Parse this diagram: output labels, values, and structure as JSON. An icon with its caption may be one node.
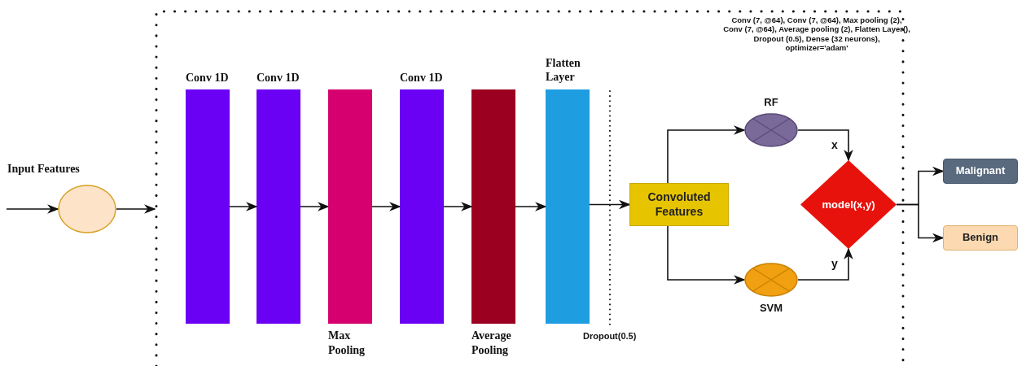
{
  "diagram": {
    "nodes": [
      {
        "text": [
          "Input Features"
        ]
      },
      {
        "text": [
          "Conv 1D"
        ]
      },
      {
        "text": [
          "Conv 1D"
        ]
      },
      {
        "text": [
          "Max Pooling"
        ]
      },
      {
        "text": [
          "Conv 1D"
        ]
      },
      {
        "text": [
          "Average Pooling"
        ]
      },
      {
        "text": [
          "Flatten Layer"
        ]
      },
      {
        "text": [
          "Convoluted Features"
        ]
      },
      {
        "text": [
          "RF"
        ]
      },
      {
        "text": [
          "SVM"
        ]
      },
      {
        "text": [
          "model(x,y)"
        ]
      },
      {
        "text": [
          "Malignant"
        ]
      },
      {
        "text": [
          "Benign"
        ]
      }
    ],
    "edges": [
      {
        "from": null,
        "to": 0,
        "arrow": "to"
      },
      {
        "from": 0,
        "to": null,
        "arrow": "to"
      },
      {
        "from": 1,
        "to": 2,
        "arrow": "to"
      },
      {
        "from": 2,
        "to": 3,
        "arrow": "to"
      },
      {
        "from": 3,
        "to": 4,
        "arrow": "to"
      },
      {
        "from": 4,
        "to": 5,
        "arrow": "to"
      },
      {
        "from": 5,
        "to": 6,
        "arrow": "to"
      },
      {
        "from": 6,
        "to": 7,
        "arrow": "to"
      },
      {
        "from": 7,
        "to": 8,
        "arrow": "to"
      },
      {
        "from": 7,
        "to": 9,
        "arrow": "to"
      },
      {
        "from": 8,
        "to": 10,
        "arrow": "to",
        "label": "x"
      },
      {
        "from": 9,
        "to": 10,
        "arrow": "to",
        "label": "y"
      },
      {
        "from": 10,
        "to": 11,
        "arrow": "to"
      },
      {
        "from": 10,
        "to": 12,
        "arrow": "to"
      }
    ],
    "labels": [
      "Conv (7, @64), Conv (7, @64), Max pooling (2), Conv (7, @64), Average pooling (2), Flatten Layer(), Dropout (0.5), Dense (32 neurons), optimizer='adam'",
      "Dropout(0.5)"
    ]
  }
}
